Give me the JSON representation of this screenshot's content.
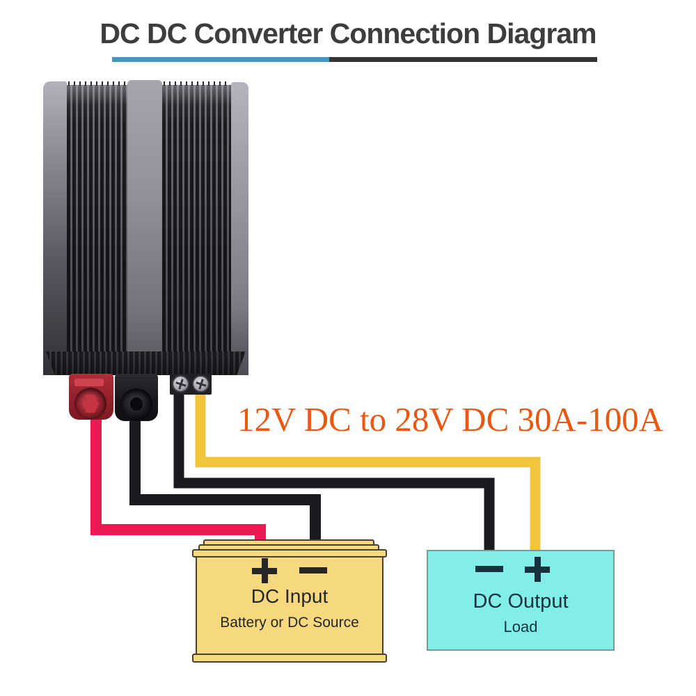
{
  "header": {
    "title": "DC DC Converter Connection Diagram"
  },
  "annotation": {
    "spec_label": "12V DC to 28V DC 30A-100A"
  },
  "input_box": {
    "plus_symbol": "+",
    "minus_symbol": "−",
    "title": "DC Input",
    "subtitle": "Battery or DC Source"
  },
  "output_box": {
    "minus_symbol": "−",
    "plus_symbol": "+",
    "title": "DC Output",
    "subtitle": "Load"
  },
  "colors": {
    "title_text": "#3d3d3d",
    "underline_blue": "#4196c2",
    "underline_dark": "#333333",
    "spec_text": "#ea5710",
    "wire_red": "#ec1a52",
    "wire_black": "#1b1b1f",
    "wire_yellow": "#f2c63b",
    "battery_fill": "#f6d97e",
    "battery_border": "#4a4032",
    "battery_text": "#262626",
    "output_fill": "#81efe7",
    "output_border": "#7b9a96",
    "output_text": "#16323e"
  }
}
